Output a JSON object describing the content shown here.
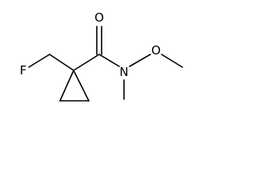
{
  "molecule": {
    "atoms": {
      "fluorine": "F",
      "oxygen_carbonyl": "O",
      "nitrogen": "N",
      "oxygen_methoxy": "O"
    }
  }
}
